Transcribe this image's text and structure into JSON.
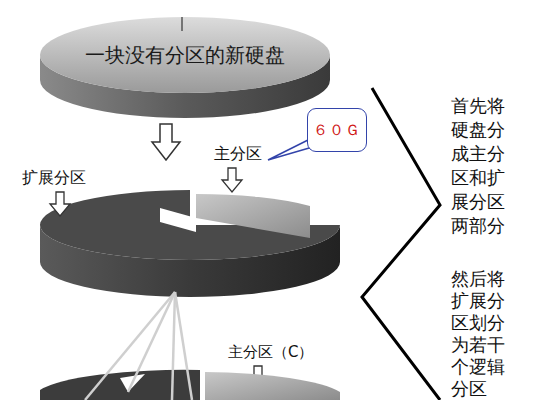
{
  "diagram": {
    "nodes": [
      {
        "text": [
          "一块没有分区的新硬盘"
        ]
      },
      {
        "text": [
          "６０Ｇ"
        ]
      }
    ],
    "labels": [
      "首先将硬盘分成主分区和扩展分区两部分",
      "主分区",
      "扩展分区",
      "然后将扩展分区划分为若干个逻辑分区",
      "主分区（C）"
    ]
  }
}
